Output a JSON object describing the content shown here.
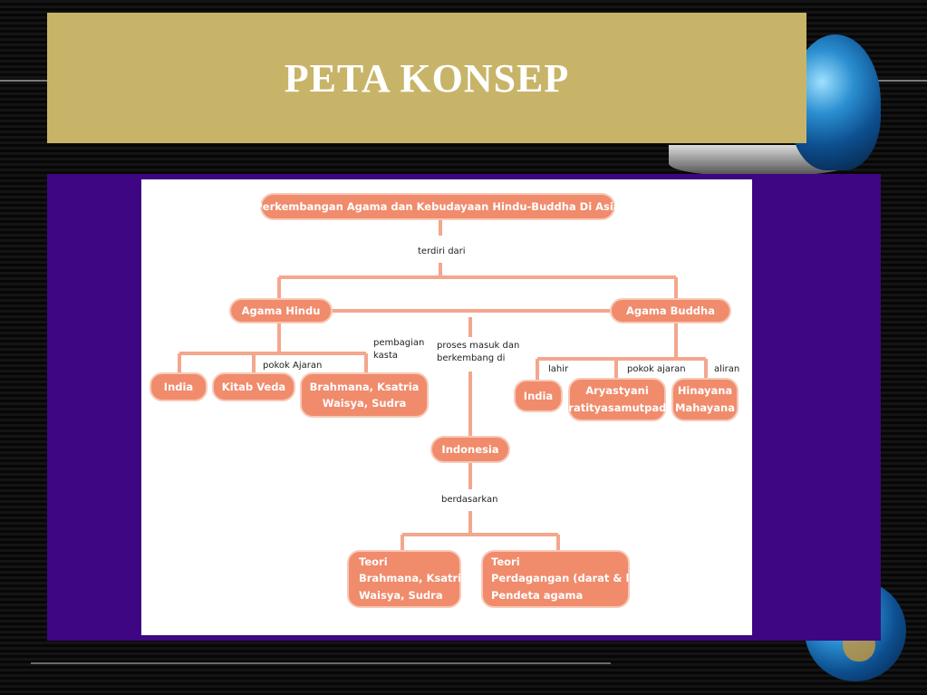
{
  "slide": {
    "title": "PETA KONSEP"
  },
  "concept_map": {
    "root": "Perkembangan Agama dan Kebudayaan Hindu-Buddha Di Asia",
    "root_link": "terdiri dari",
    "hindu": {
      "label": "Agama Hindu",
      "link_ajaran": "pokok Ajaran",
      "link_kasta": [
        "pembagian",
        "kasta"
      ],
      "origin": "India",
      "scripture": "Kitab Veda",
      "caste": [
        "Brahmana, Ksatria",
        "Waisya, Sudra"
      ]
    },
    "buddha": {
      "label": "Agama Buddha",
      "link_lahir": "lahir",
      "link_ajaran": "pokok ajaran",
      "link_aliran": "aliran",
      "origin": "India",
      "teaching": [
        "Aryastyani",
        "Pratityasamutpada"
      ],
      "schools": [
        "Hinayana",
        "Mahayana"
      ]
    },
    "entry_link": [
      "proses masuk dan",
      "berkembang di"
    ],
    "indonesia": {
      "label": "Indonesia",
      "link": "berdasarkan",
      "theory_1": [
        "Teori",
        "Brahmana, Ksatria",
        "Waisya, Sudra"
      ],
      "theory_2": [
        "Teori",
        "Perdagangan (darat & laut)",
        "Pendeta agama"
      ]
    }
  },
  "colors": {
    "title_bg": "#c8b468",
    "panel_bg": "#3e0682",
    "node_fill": "#f08b6c",
    "connector": "#f3a78d"
  }
}
